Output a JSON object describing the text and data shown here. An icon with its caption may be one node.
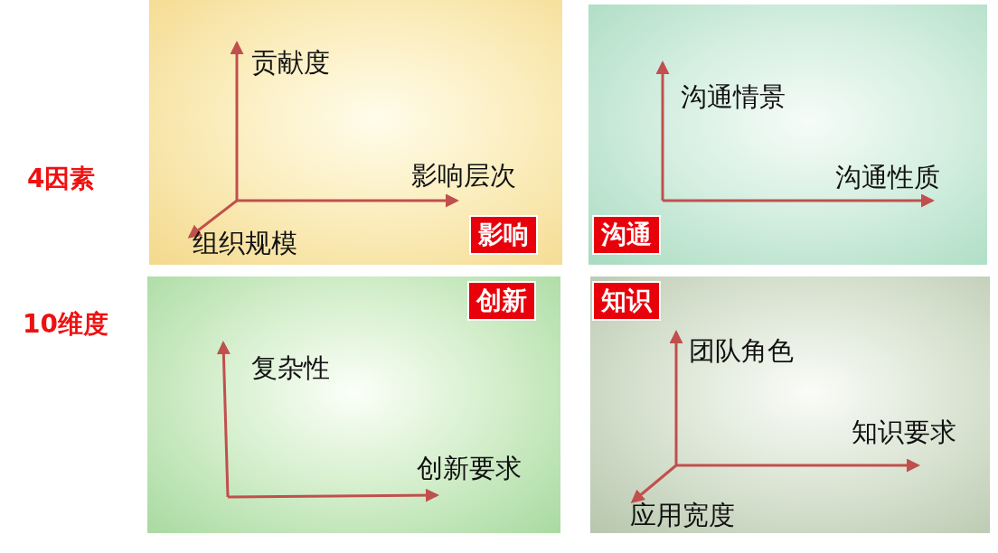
{
  "diagram": {
    "nodes": [
      {
        "text": [
          "影响",
          "贡献度",
          "影响层次",
          "组织规模"
        ]
      },
      {
        "text": [
          "沟通",
          "沟通情景",
          "沟通性质"
        ]
      },
      {
        "text": [
          "创新",
          "复杂性",
          "创新要求"
        ]
      },
      {
        "text": [
          "知识",
          "团队角色",
          "知识要求",
          "应用宽度"
        ]
      }
    ],
    "edges": [],
    "labels": [
      "4因素",
      "10维度"
    ]
  }
}
